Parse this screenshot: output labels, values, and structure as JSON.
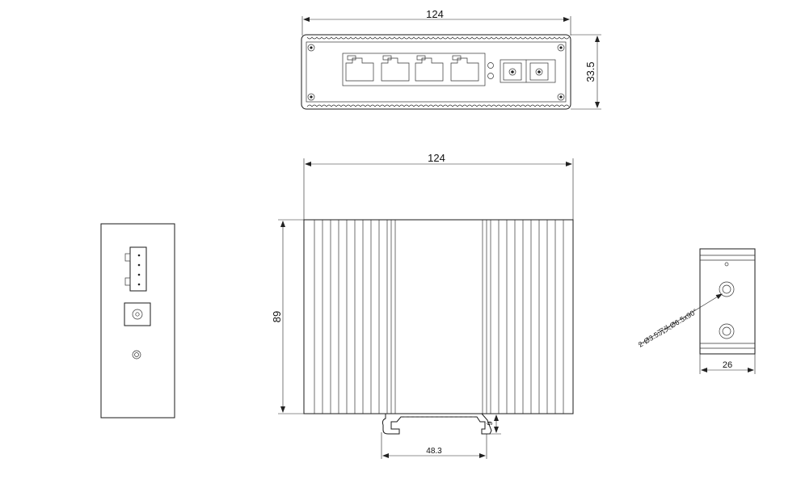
{
  "views": {
    "front": {
      "width_label": "124",
      "height_label": "33.5"
    },
    "top": {
      "width_label": "124",
      "height_label": "89",
      "rail_depth_label": "9",
      "rail_width_label": "48.3"
    },
    "side": {
      "width_label": "26",
      "hole_note": "2-Ø3.5沉头Ø6.5x90°"
    }
  },
  "colors": {
    "line": "#1a1a1a",
    "background": "#ffffff"
  }
}
